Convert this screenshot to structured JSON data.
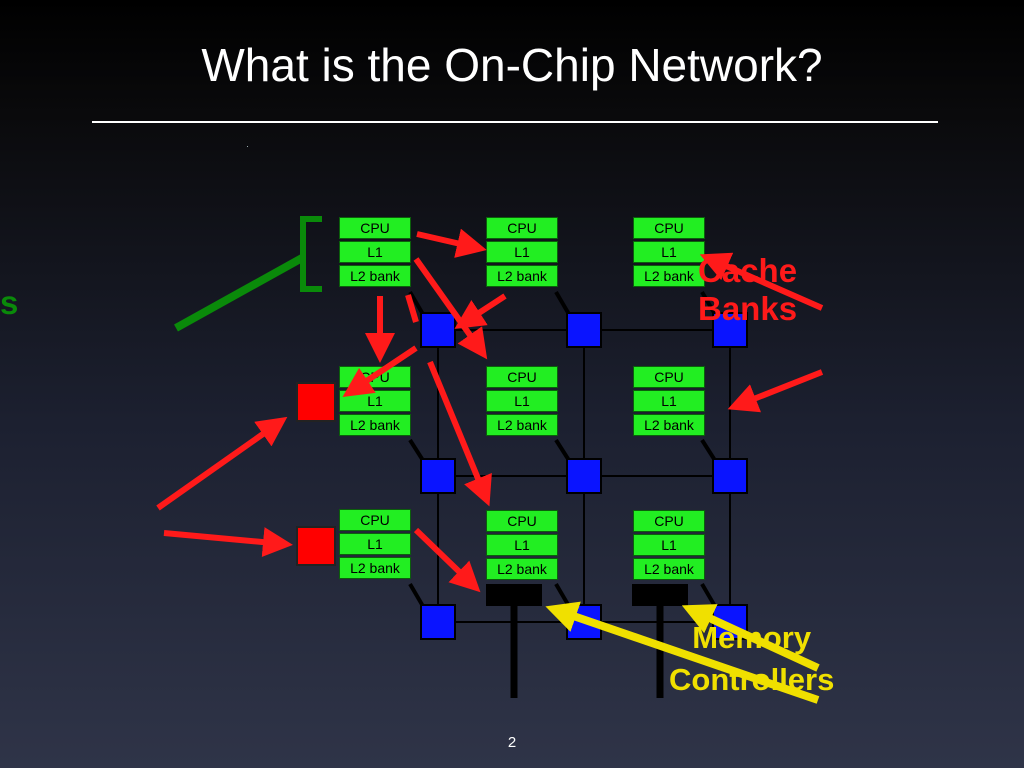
{
  "slide": {
    "title": "What is the On-Chip Network?",
    "page_number": "2"
  },
  "tiles": [
    {
      "cpu": "CPU",
      "l1": "L1",
      "l2": "L2 bank"
    },
    {
      "cpu": "CPU",
      "l1": "L1",
      "l2": "L2 bank"
    },
    {
      "cpu": "CPU",
      "l1": "L1",
      "l2": "L2 bank"
    },
    {
      "cpu": "CPU",
      "l1": "L1",
      "l2": "L2 bank"
    },
    {
      "cpu": "CPU",
      "l1": "L1",
      "l2": "L2 bank"
    },
    {
      "cpu": "CPU",
      "l1": "L1",
      "l2": "L2 bank"
    },
    {
      "cpu": "CPU",
      "l1": "L1",
      "l2": "L2 bank"
    },
    {
      "cpu": "CPU",
      "l1": "L1",
      "l2": "L2 bank"
    },
    {
      "cpu": "CPU",
      "l1": "L1",
      "l2": "L2 bank"
    }
  ],
  "labels": {
    "cache_banks": [
      "Cache",
      "Banks"
    ],
    "memory_controllers": [
      "Memory",
      "Controllers"
    ],
    "cores_partial": "s"
  },
  "colors": {
    "tile_green": "#22ee22",
    "router_blue": "#0a14ff",
    "memory_controller_red": "#ff0000",
    "cache_arrow_red": "#ff1a1a",
    "memory_label_yellow": "#f0e000",
    "core_label_green": "#0a8a0a"
  }
}
